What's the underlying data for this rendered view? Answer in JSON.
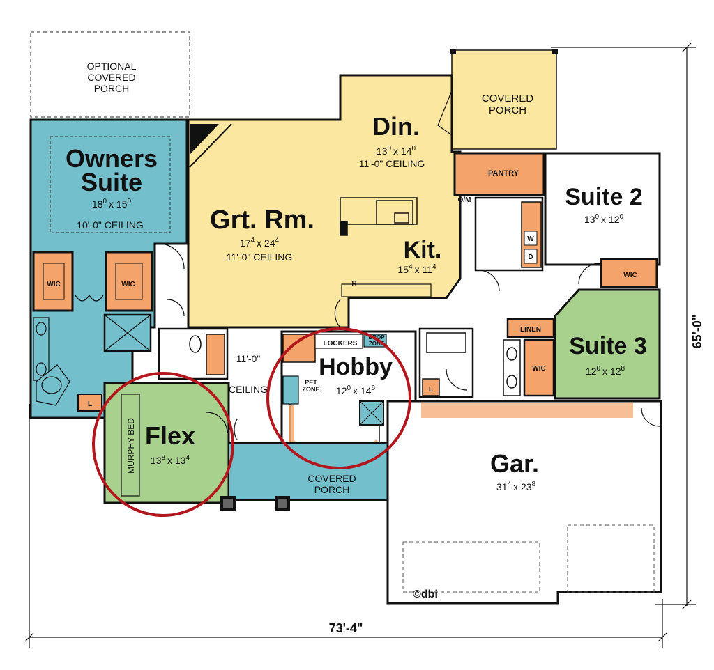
{
  "colors": {
    "owners_teal": "#74bfcc",
    "great_yellow": "#fbe7a0",
    "flex_green": "#a9d18e",
    "closet_orange": "#f4a46a",
    "porch_teal": "#74bfcc",
    "wall": "#111111",
    "highlight_circle": "#b3161c",
    "garage_white": "#ffffff"
  },
  "labels": {
    "optional_porch_1": "OPTIONAL",
    "optional_porch_2": "COVERED",
    "optional_porch_3": "PORCH",
    "covered_porch_rear_1": "COVERED",
    "covered_porch_rear_2": "PORCH",
    "owners_1": "Owners",
    "owners_2": "Suite",
    "owners_dim_a": "18",
    "owners_dim_a_sup": "0",
    "owners_dim_b": "x 15",
    "owners_dim_b_sup": "0",
    "owners_ceiling": "10'-0\" CEILING",
    "wic_left": "WIC",
    "wic_mid": "WIC",
    "wic_suite3": "WIC",
    "wic_suite2": "WIC",
    "grt_rm": "Grt. Rm.",
    "grt_dim_a": "17",
    "grt_dim_a_sup": "4",
    "grt_dim_b": "x 24",
    "grt_dim_b_sup": "4",
    "grt_ceiling": "11'-0\" CEILING",
    "din": "Din.",
    "din_dim_a": "13",
    "din_dim_a_sup": "0",
    "din_dim_b": "x 14",
    "din_dim_b_sup": "0",
    "din_ceiling": "11'-0\" CEILING",
    "pantry": "PANTRY",
    "om": "O/M",
    "kit": "Kit.",
    "kit_dim_a": "15",
    "kit_dim_a_sup": "4",
    "kit_dim_b": "x 11",
    "kit_dim_b_sup": "4",
    "r_label": "R",
    "w_label": "W",
    "d_label": "D",
    "suite2": "Suite 2",
    "suite2_dim_a": "13",
    "suite2_dim_a_sup": "0",
    "suite2_dim_b": "x 12",
    "suite2_dim_b_sup": "0",
    "linen": "LINEN",
    "suite3": "Suite 3",
    "suite3_dim_a": "12",
    "suite3_dim_a_sup": "0",
    "suite3_dim_b": "x 12",
    "suite3_dim_b_sup": "8",
    "lockers": "LOCKERS",
    "drop_zone_1": "DROP",
    "drop_zone_2": "ZONE",
    "hobby": "Hobby",
    "hobby_dim_a": "12",
    "hobby_dim_a_sup": "0",
    "hobby_dim_b": "x 14",
    "hobby_dim_b_sup": "6",
    "pet_zone_1": "PET",
    "pet_zone_2": "ZONE",
    "hall_ceiling_1": "11'-0\"",
    "hall_ceiling_2": "CEILING",
    "flex": "Flex",
    "flex_dim_a": "13",
    "flex_dim_a_sup": "8",
    "flex_dim_b": "x 13",
    "flex_dim_b_sup": "4",
    "murphy_bed": "MURPHY BED",
    "l_left": "L",
    "l_right": "L",
    "covered_porch_front_1": "COVERED",
    "covered_porch_front_2": "PORCH",
    "gar": "Gar.",
    "gar_dim_a": "31",
    "gar_dim_a_sup": "4",
    "gar_dim_b": "x 23",
    "gar_dim_b_sup": "8",
    "copyright": "©dbi",
    "overall_width": "73'-4\"",
    "overall_depth": "65'-0\""
  }
}
